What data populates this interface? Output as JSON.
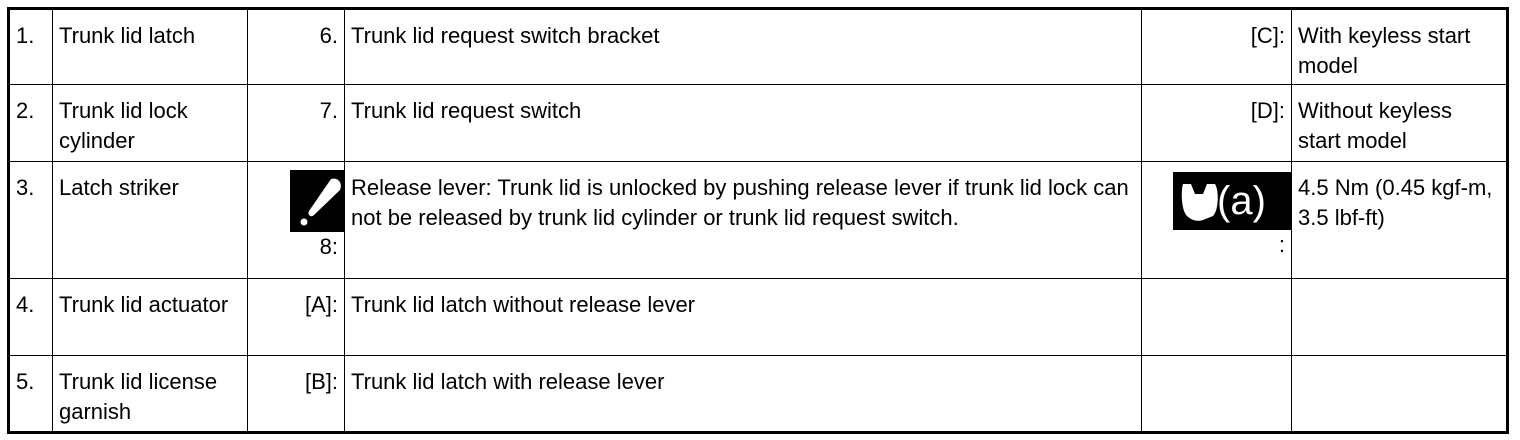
{
  "legend": {
    "rows": [
      {
        "num": "1.",
        "name": "Trunk lid latch",
        "ref": "6.",
        "desc": "Trunk lid request switch bracket",
        "ref2": "[C]:",
        "note": "With keyless start model"
      },
      {
        "num": "2.",
        "name": "Trunk lid lock cylinder",
        "ref": "7.",
        "desc": "Trunk lid request switch",
        "ref2": "[D]:",
        "note": "Without keyless start model"
      },
      {
        "num": "3.",
        "name": "Latch striker",
        "ref": "8:",
        "ref_icon": "release-lever-icon",
        "desc": "Release lever: Trunk lid is unlocked by pushing release lever if trunk lid lock can not be released by trunk lid cylinder or trunk lid request switch.",
        "ref2": ":",
        "ref2_icon": "torque-wrench-icon",
        "ref2_icon_text": "(a)",
        "note": "4.5 Nm (0.45 kgf-m, 3.5 lbf-ft)"
      },
      {
        "num": "4.",
        "name": "Trunk lid actuator",
        "ref": "[A]:",
        "desc": "Trunk lid latch without release lever",
        "ref2": "",
        "note": ""
      },
      {
        "num": "5.",
        "name": "Trunk lid license garnish",
        "ref": "[B]:",
        "desc": "Trunk lid latch with release lever",
        "ref2": "",
        "note": ""
      }
    ]
  }
}
